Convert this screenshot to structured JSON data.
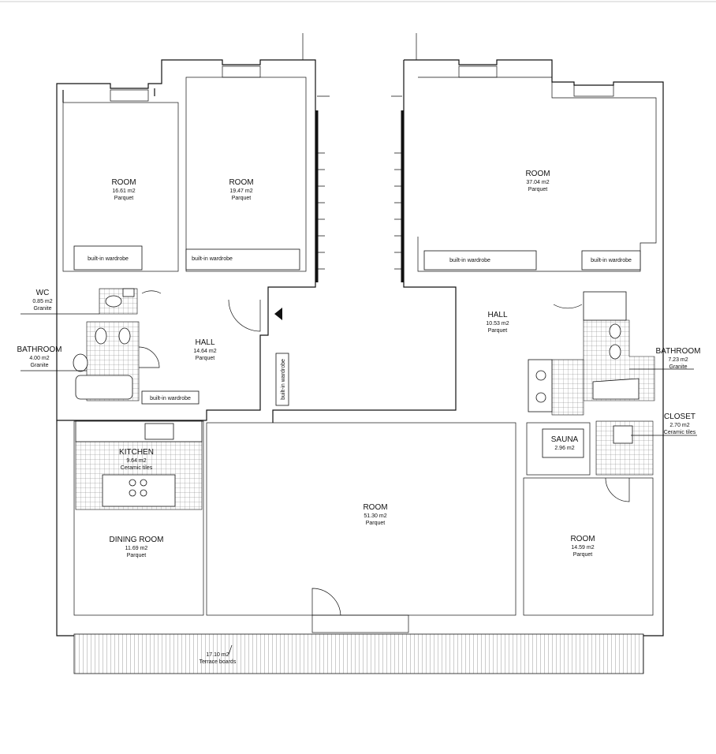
{
  "rooms": [
    {
      "id": "room-1",
      "name": "ROOM",
      "area": "16.61 m2",
      "floor": "Parquet"
    },
    {
      "id": "room-2",
      "name": "ROOM",
      "area": "19.47 m2",
      "floor": "Parquet"
    },
    {
      "id": "room-3",
      "name": "ROOM",
      "area": "37.04 m2",
      "floor": "Parquet"
    },
    {
      "id": "hall-left",
      "name": "HALL",
      "area": "14.64 m2",
      "floor": "Parquet"
    },
    {
      "id": "hall-right",
      "name": "HALL",
      "area": "10.53 m2",
      "floor": "Parquet"
    },
    {
      "id": "kitchen",
      "name": "KITCHEN",
      "area": "9.64 m2",
      "floor": "Ceramic tiles"
    },
    {
      "id": "dining-room",
      "name": "DINING ROOM",
      "area": "11.69 m2",
      "floor": "Parquet"
    },
    {
      "id": "living-room",
      "name": "ROOM",
      "area": "51.30 m2",
      "floor": "Parquet"
    },
    {
      "id": "room-4",
      "name": "ROOM",
      "area": "14.59 m2",
      "floor": "Parquet"
    },
    {
      "id": "sauna",
      "name": "SAUNA",
      "area": "2.96 m2",
      "floor": ""
    }
  ],
  "callouts": {
    "wc": {
      "name": "WC",
      "area": "0.85 m2",
      "floor": "Granite"
    },
    "bathroom_left": {
      "name": "BATHROOM",
      "area": "4.00 m2",
      "floor": "Granite"
    },
    "bathroom_right": {
      "name": "BATHROOM",
      "area": "7.23 m2",
      "floor": "Granite"
    },
    "closet": {
      "name": "CLOSET",
      "area": "2.70 m2",
      "floor": "Ceramic tiles"
    }
  },
  "terrace": {
    "area": "17.10 m2",
    "floor": "Terrace boards"
  },
  "wardrobes": {
    "w1": "built-in wardrobe",
    "w2": "built-in wardrobe",
    "w3": "built-in wardrobe",
    "w4": "built-in wardrobe",
    "w5": "built-in wardrobe",
    "w6": "built-in wardrobe"
  },
  "colors": {
    "line": "#111111",
    "background": "#ffffff"
  }
}
